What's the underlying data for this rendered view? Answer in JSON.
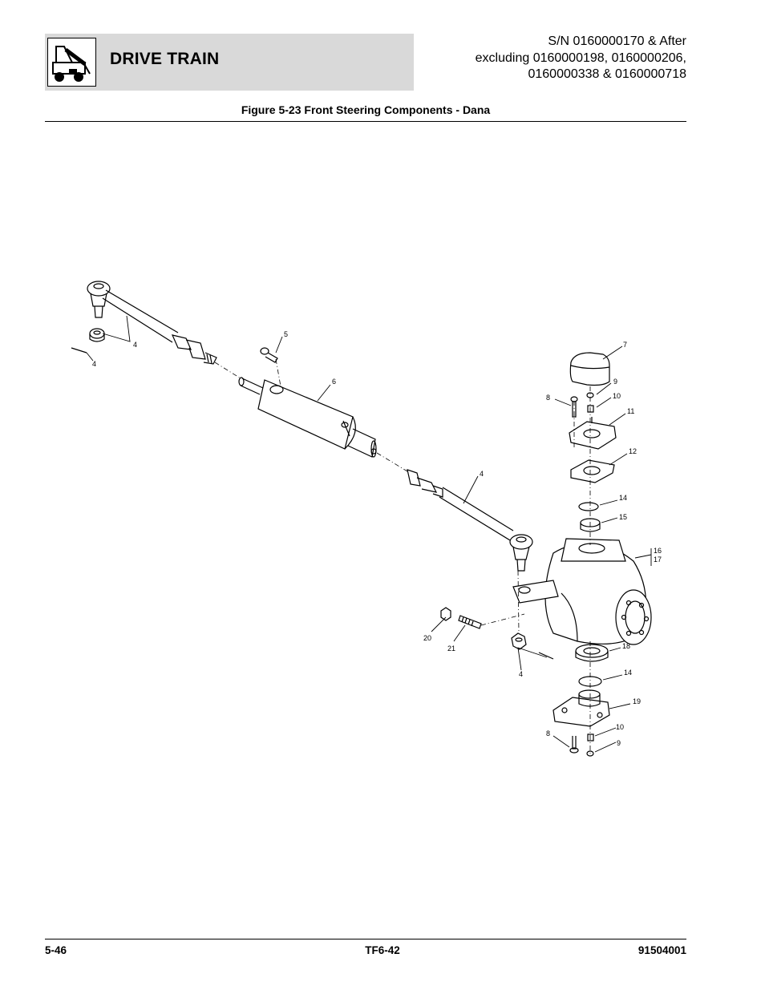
{
  "header": {
    "section_title": "DRIVE TRAIN",
    "serial_lines": [
      "S/N 0160000170 & After",
      "excluding 0160000198, 0160000206,",
      "0160000338 & 0160000718"
    ],
    "logo_icon": "telehandler-machine-icon"
  },
  "figure": {
    "title": "Figure 5-23 Front Steering Components - Dana",
    "callouts": {
      "c4a": "4",
      "c4b": "4",
      "c5": "5",
      "c6": "6",
      "c4c": "4",
      "c7": "7",
      "c8a": "8",
      "c9a": "9",
      "c10a": "10",
      "c11": "11",
      "c12": "12",
      "c14a": "14",
      "c15": "15",
      "c16": "16",
      "c17": "17",
      "c18": "18",
      "c14b": "14",
      "c19": "19",
      "c20": "20",
      "c21": "21",
      "c4d": "4",
      "c8b": "8",
      "c10b": "10",
      "c9b": "9"
    }
  },
  "footer": {
    "page_number": "5-46",
    "model": "TF6-42",
    "manual_number": "91504001"
  }
}
